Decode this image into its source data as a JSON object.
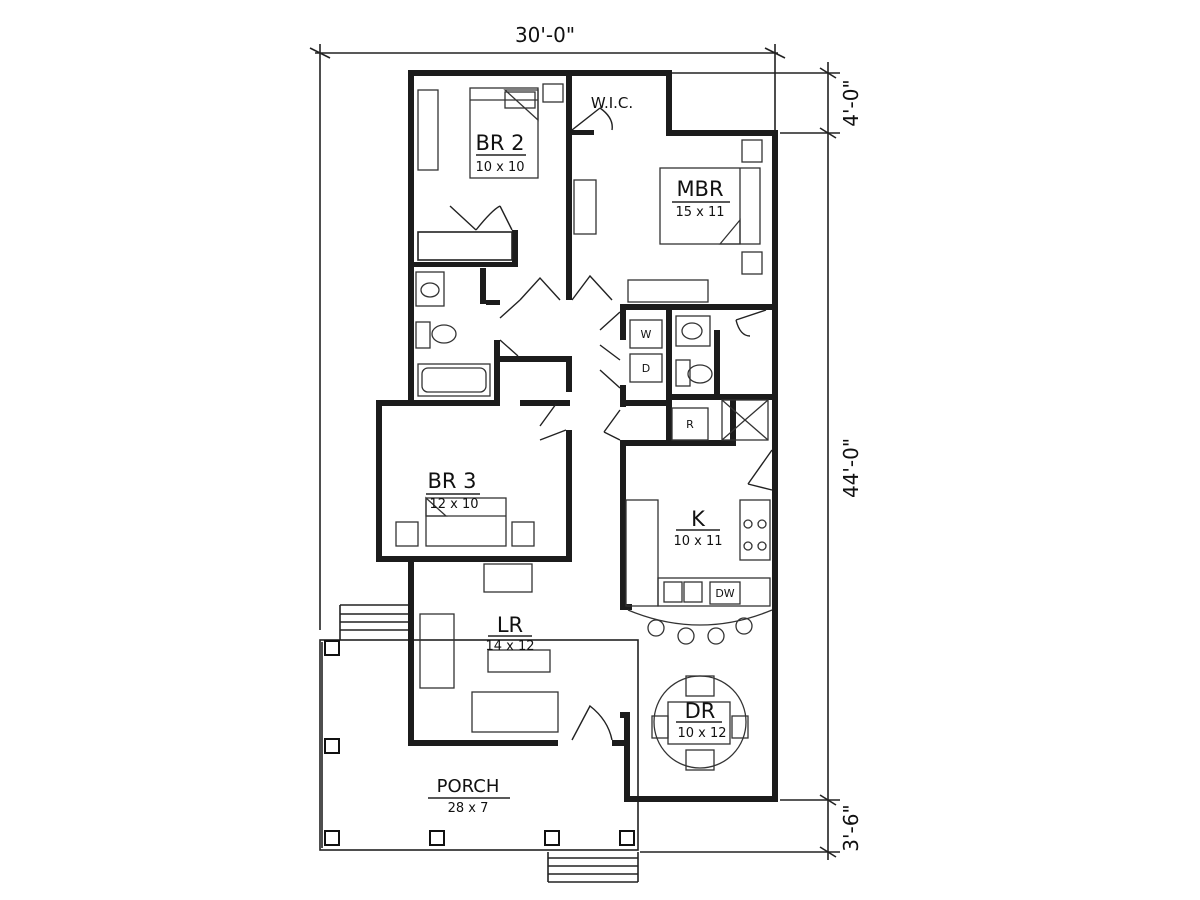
{
  "dimensions": {
    "width_top": "30'-0\"",
    "depth_rear": "4'-0\"",
    "depth_main": "44'-0\"",
    "depth_porch": "3'-6\""
  },
  "rooms": {
    "br2": {
      "name": "BR 2",
      "size": "10 x 10"
    },
    "wic": {
      "name": "W.I.C."
    },
    "mbr": {
      "name": "MBR",
      "size": "15 x 11"
    },
    "br3": {
      "name": "BR 3",
      "size": "12 x 10"
    },
    "k": {
      "name": "K",
      "size": "10 x 11"
    },
    "lr": {
      "name": "LR",
      "size": "14 x 12"
    },
    "dr": {
      "name": "DR",
      "size": "10 x 12"
    },
    "porch": {
      "name": "PORCH",
      "size": "28 x 7"
    }
  },
  "appliances": {
    "washer": "W",
    "dryer": "D",
    "refrigerator": "R",
    "dishwasher": "DW"
  }
}
